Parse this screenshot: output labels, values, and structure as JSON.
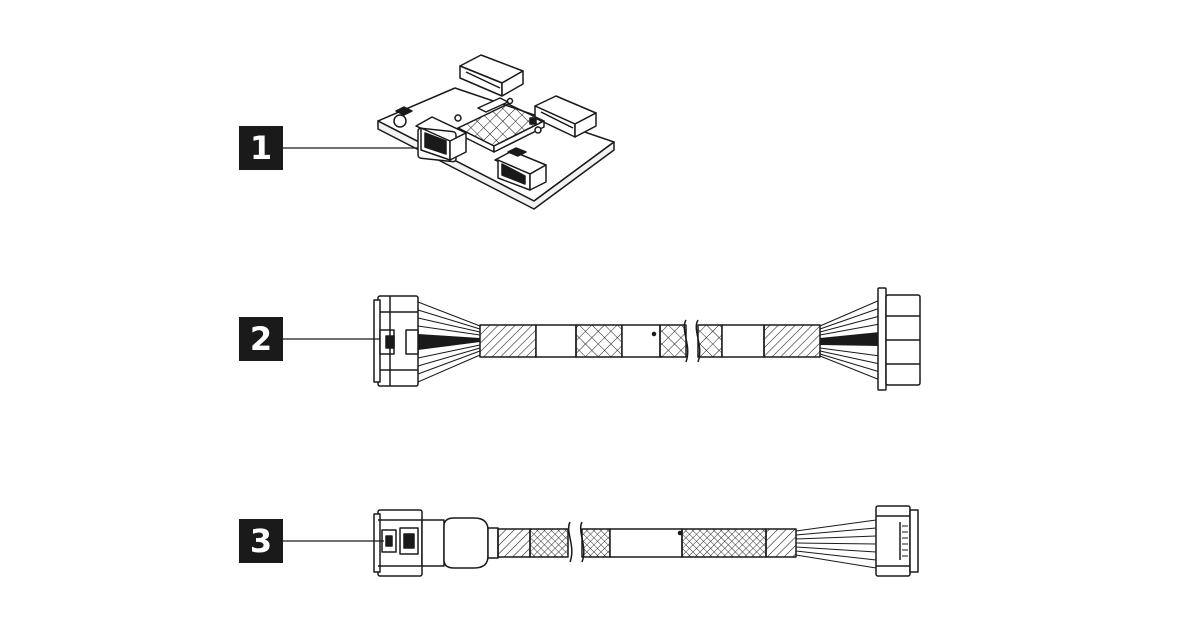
{
  "callouts": [
    {
      "number": "1",
      "component": "interposer-board"
    },
    {
      "number": "2",
      "component": "power-cable"
    },
    {
      "number": "3",
      "component": "signal-cable"
    }
  ],
  "colors": {
    "ink": "#1a1a1a",
    "background": "#ffffff"
  }
}
